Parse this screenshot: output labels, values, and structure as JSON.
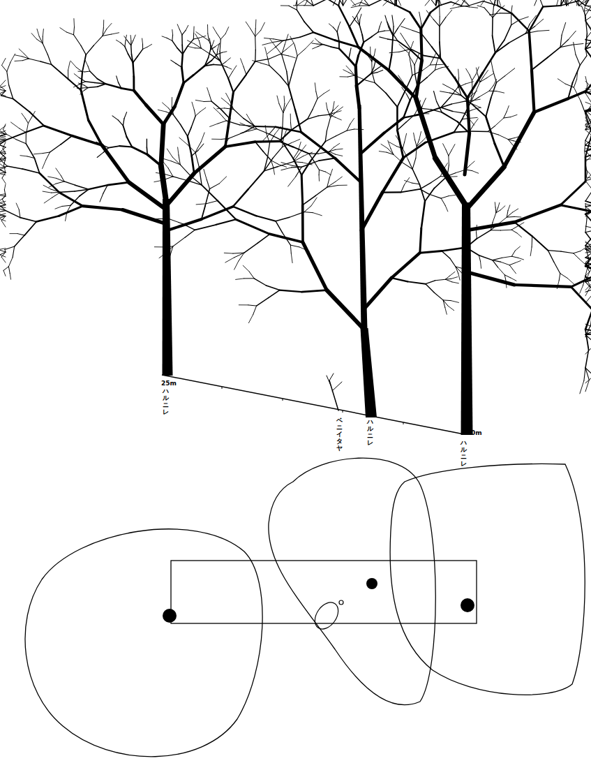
{
  "diagram": {
    "labels": [
      "25m",
      "ハルニレ",
      "ベニイタヤ",
      "ハルニレ",
      "ハルニレ",
      "0m"
    ]
  }
}
